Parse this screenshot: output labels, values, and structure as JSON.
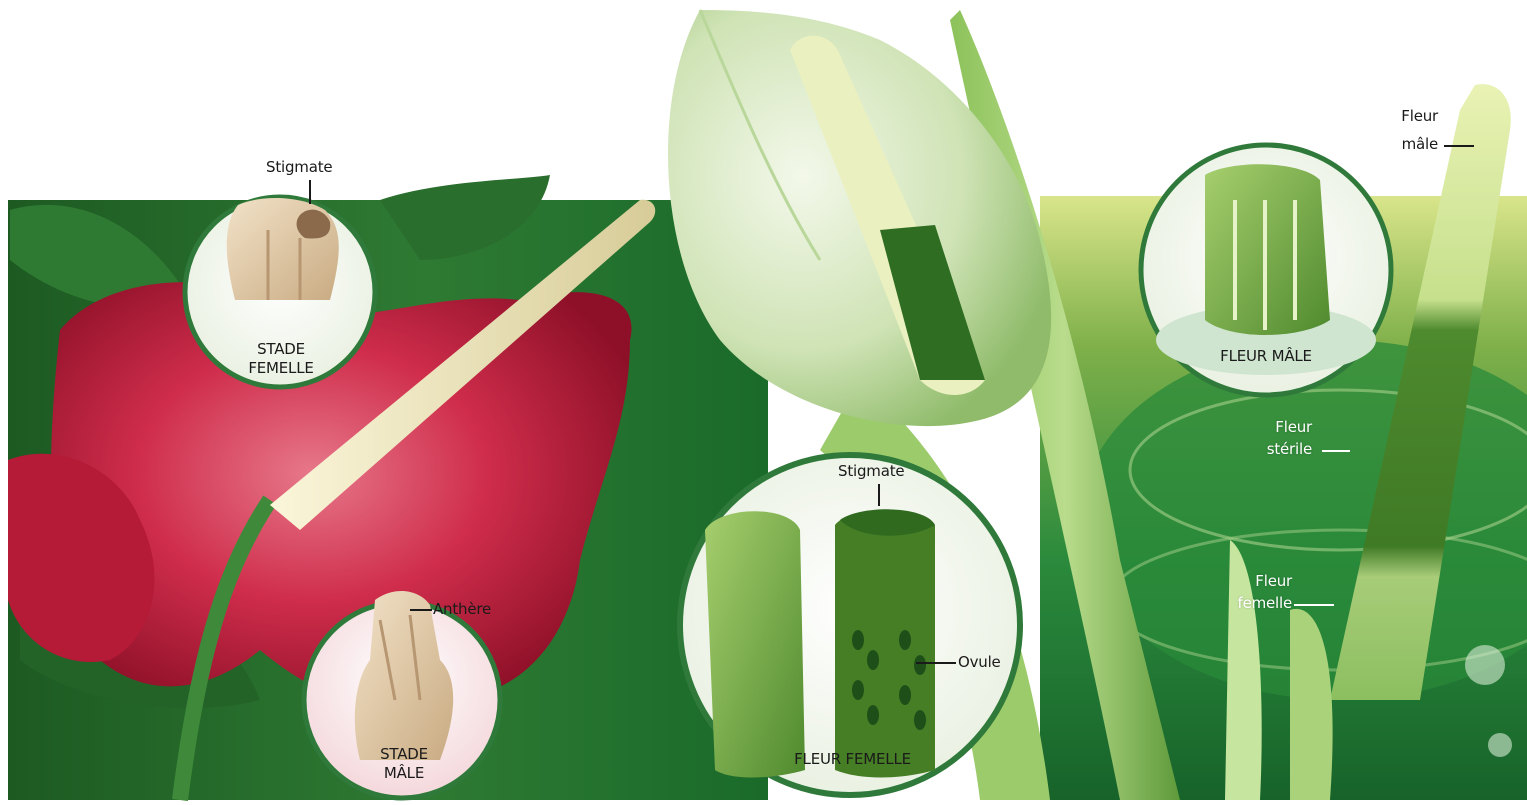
{
  "colors": {
    "spathe_red": "#c81e3c",
    "dark_green": "#1f6a2a",
    "pale_green": "#cfe5b0",
    "spadix_cream": "#efe7c4",
    "lens_ring": "#2f7a3a"
  },
  "labels": {
    "stigmate_female_stage": "Stigmate",
    "stade_femelle_line1": "STADE",
    "stade_femelle_line2": "FEMELLE",
    "anthere": "Anthère",
    "stade_male_line1": "STADE",
    "stade_male_line2": "MÂLE",
    "stigmate_female_flower": "Stigmate",
    "ovule": "Ovule",
    "fleur_femelle_title": "FLEUR FEMELLE",
    "fleur_male_title": "FLEUR MÂLE",
    "fleur_male_line1": "Fleur",
    "fleur_male_line2": "mâle",
    "fleur_sterile_line1": "Fleur",
    "fleur_sterile_line2": "stérile",
    "fleur_femelle_line1": "Fleur",
    "fleur_femelle_line2": "femelle"
  }
}
